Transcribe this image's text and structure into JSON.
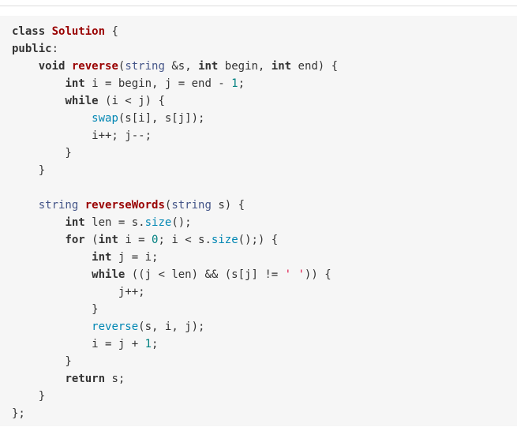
{
  "colors": {
    "background": "#ffffff",
    "code_background": "#f6f6f6",
    "text": "#333333",
    "keyword": "#333333",
    "function_name": "#990000",
    "type": "#445588",
    "builtin": "#0086b3",
    "number": "#008080",
    "string": "#dd1144"
  },
  "code": {
    "language": "cpp",
    "lines": [
      [
        {
          "t": "kw",
          "v": "class"
        },
        {
          "t": "plain",
          "v": " "
        },
        {
          "t": "title",
          "v": "Solution"
        },
        {
          "t": "plain",
          "v": " {"
        }
      ],
      [
        {
          "t": "kw",
          "v": "public"
        },
        {
          "t": "plain",
          "v": ":"
        }
      ],
      [
        {
          "t": "plain",
          "v": "    "
        },
        {
          "t": "kw",
          "v": "void"
        },
        {
          "t": "plain",
          "v": " "
        },
        {
          "t": "title",
          "v": "reverse"
        },
        {
          "t": "plain",
          "v": "("
        },
        {
          "t": "type",
          "v": "string"
        },
        {
          "t": "plain",
          "v": " &s, "
        },
        {
          "t": "kw",
          "v": "int"
        },
        {
          "t": "plain",
          "v": " begin, "
        },
        {
          "t": "kw",
          "v": "int"
        },
        {
          "t": "plain",
          "v": " end) {"
        }
      ],
      [
        {
          "t": "plain",
          "v": "        "
        },
        {
          "t": "kw",
          "v": "int"
        },
        {
          "t": "plain",
          "v": " i = begin, j = end - "
        },
        {
          "t": "num",
          "v": "1"
        },
        {
          "t": "plain",
          "v": ";"
        }
      ],
      [
        {
          "t": "plain",
          "v": "        "
        },
        {
          "t": "kw",
          "v": "while"
        },
        {
          "t": "plain",
          "v": " (i < j) {"
        }
      ],
      [
        {
          "t": "plain",
          "v": "            "
        },
        {
          "t": "builtin",
          "v": "swap"
        },
        {
          "t": "plain",
          "v": "(s[i], s[j]);"
        }
      ],
      [
        {
          "t": "plain",
          "v": "            i++; j--;"
        }
      ],
      [
        {
          "t": "plain",
          "v": "        }"
        }
      ],
      [
        {
          "t": "plain",
          "v": "    }"
        }
      ],
      [
        {
          "t": "plain",
          "v": ""
        }
      ],
      [
        {
          "t": "plain",
          "v": "    "
        },
        {
          "t": "type",
          "v": "string"
        },
        {
          "t": "plain",
          "v": " "
        },
        {
          "t": "title",
          "v": "reverseWords"
        },
        {
          "t": "plain",
          "v": "("
        },
        {
          "t": "type",
          "v": "string"
        },
        {
          "t": "plain",
          "v": " s) {"
        }
      ],
      [
        {
          "t": "plain",
          "v": "        "
        },
        {
          "t": "kw",
          "v": "int"
        },
        {
          "t": "plain",
          "v": " len = s."
        },
        {
          "t": "builtin",
          "v": "size"
        },
        {
          "t": "plain",
          "v": "();"
        }
      ],
      [
        {
          "t": "plain",
          "v": "        "
        },
        {
          "t": "kw",
          "v": "for"
        },
        {
          "t": "plain",
          "v": " ("
        },
        {
          "t": "kw",
          "v": "int"
        },
        {
          "t": "plain",
          "v": " i = "
        },
        {
          "t": "num",
          "v": "0"
        },
        {
          "t": "plain",
          "v": "; i < s."
        },
        {
          "t": "builtin",
          "v": "size"
        },
        {
          "t": "plain",
          "v": "();) {"
        }
      ],
      [
        {
          "t": "plain",
          "v": "            "
        },
        {
          "t": "kw",
          "v": "int"
        },
        {
          "t": "plain",
          "v": " j = i;"
        }
      ],
      [
        {
          "t": "plain",
          "v": "            "
        },
        {
          "t": "kw",
          "v": "while"
        },
        {
          "t": "plain",
          "v": " ((j < len) && (s[j] != "
        },
        {
          "t": "str",
          "v": "' '"
        },
        {
          "t": "plain",
          "v": ")) {"
        }
      ],
      [
        {
          "t": "plain",
          "v": "                j++;"
        }
      ],
      [
        {
          "t": "plain",
          "v": "            }"
        }
      ],
      [
        {
          "t": "plain",
          "v": "            "
        },
        {
          "t": "builtin",
          "v": "reverse"
        },
        {
          "t": "plain",
          "v": "(s, i, j);"
        }
      ],
      [
        {
          "t": "plain",
          "v": "            i = j + "
        },
        {
          "t": "num",
          "v": "1"
        },
        {
          "t": "plain",
          "v": ";"
        }
      ],
      [
        {
          "t": "plain",
          "v": "        }"
        }
      ],
      [
        {
          "t": "plain",
          "v": "        "
        },
        {
          "t": "kw",
          "v": "return"
        },
        {
          "t": "plain",
          "v": " s;"
        }
      ],
      [
        {
          "t": "plain",
          "v": "    }"
        }
      ],
      [
        {
          "t": "plain",
          "v": "};"
        }
      ]
    ]
  }
}
